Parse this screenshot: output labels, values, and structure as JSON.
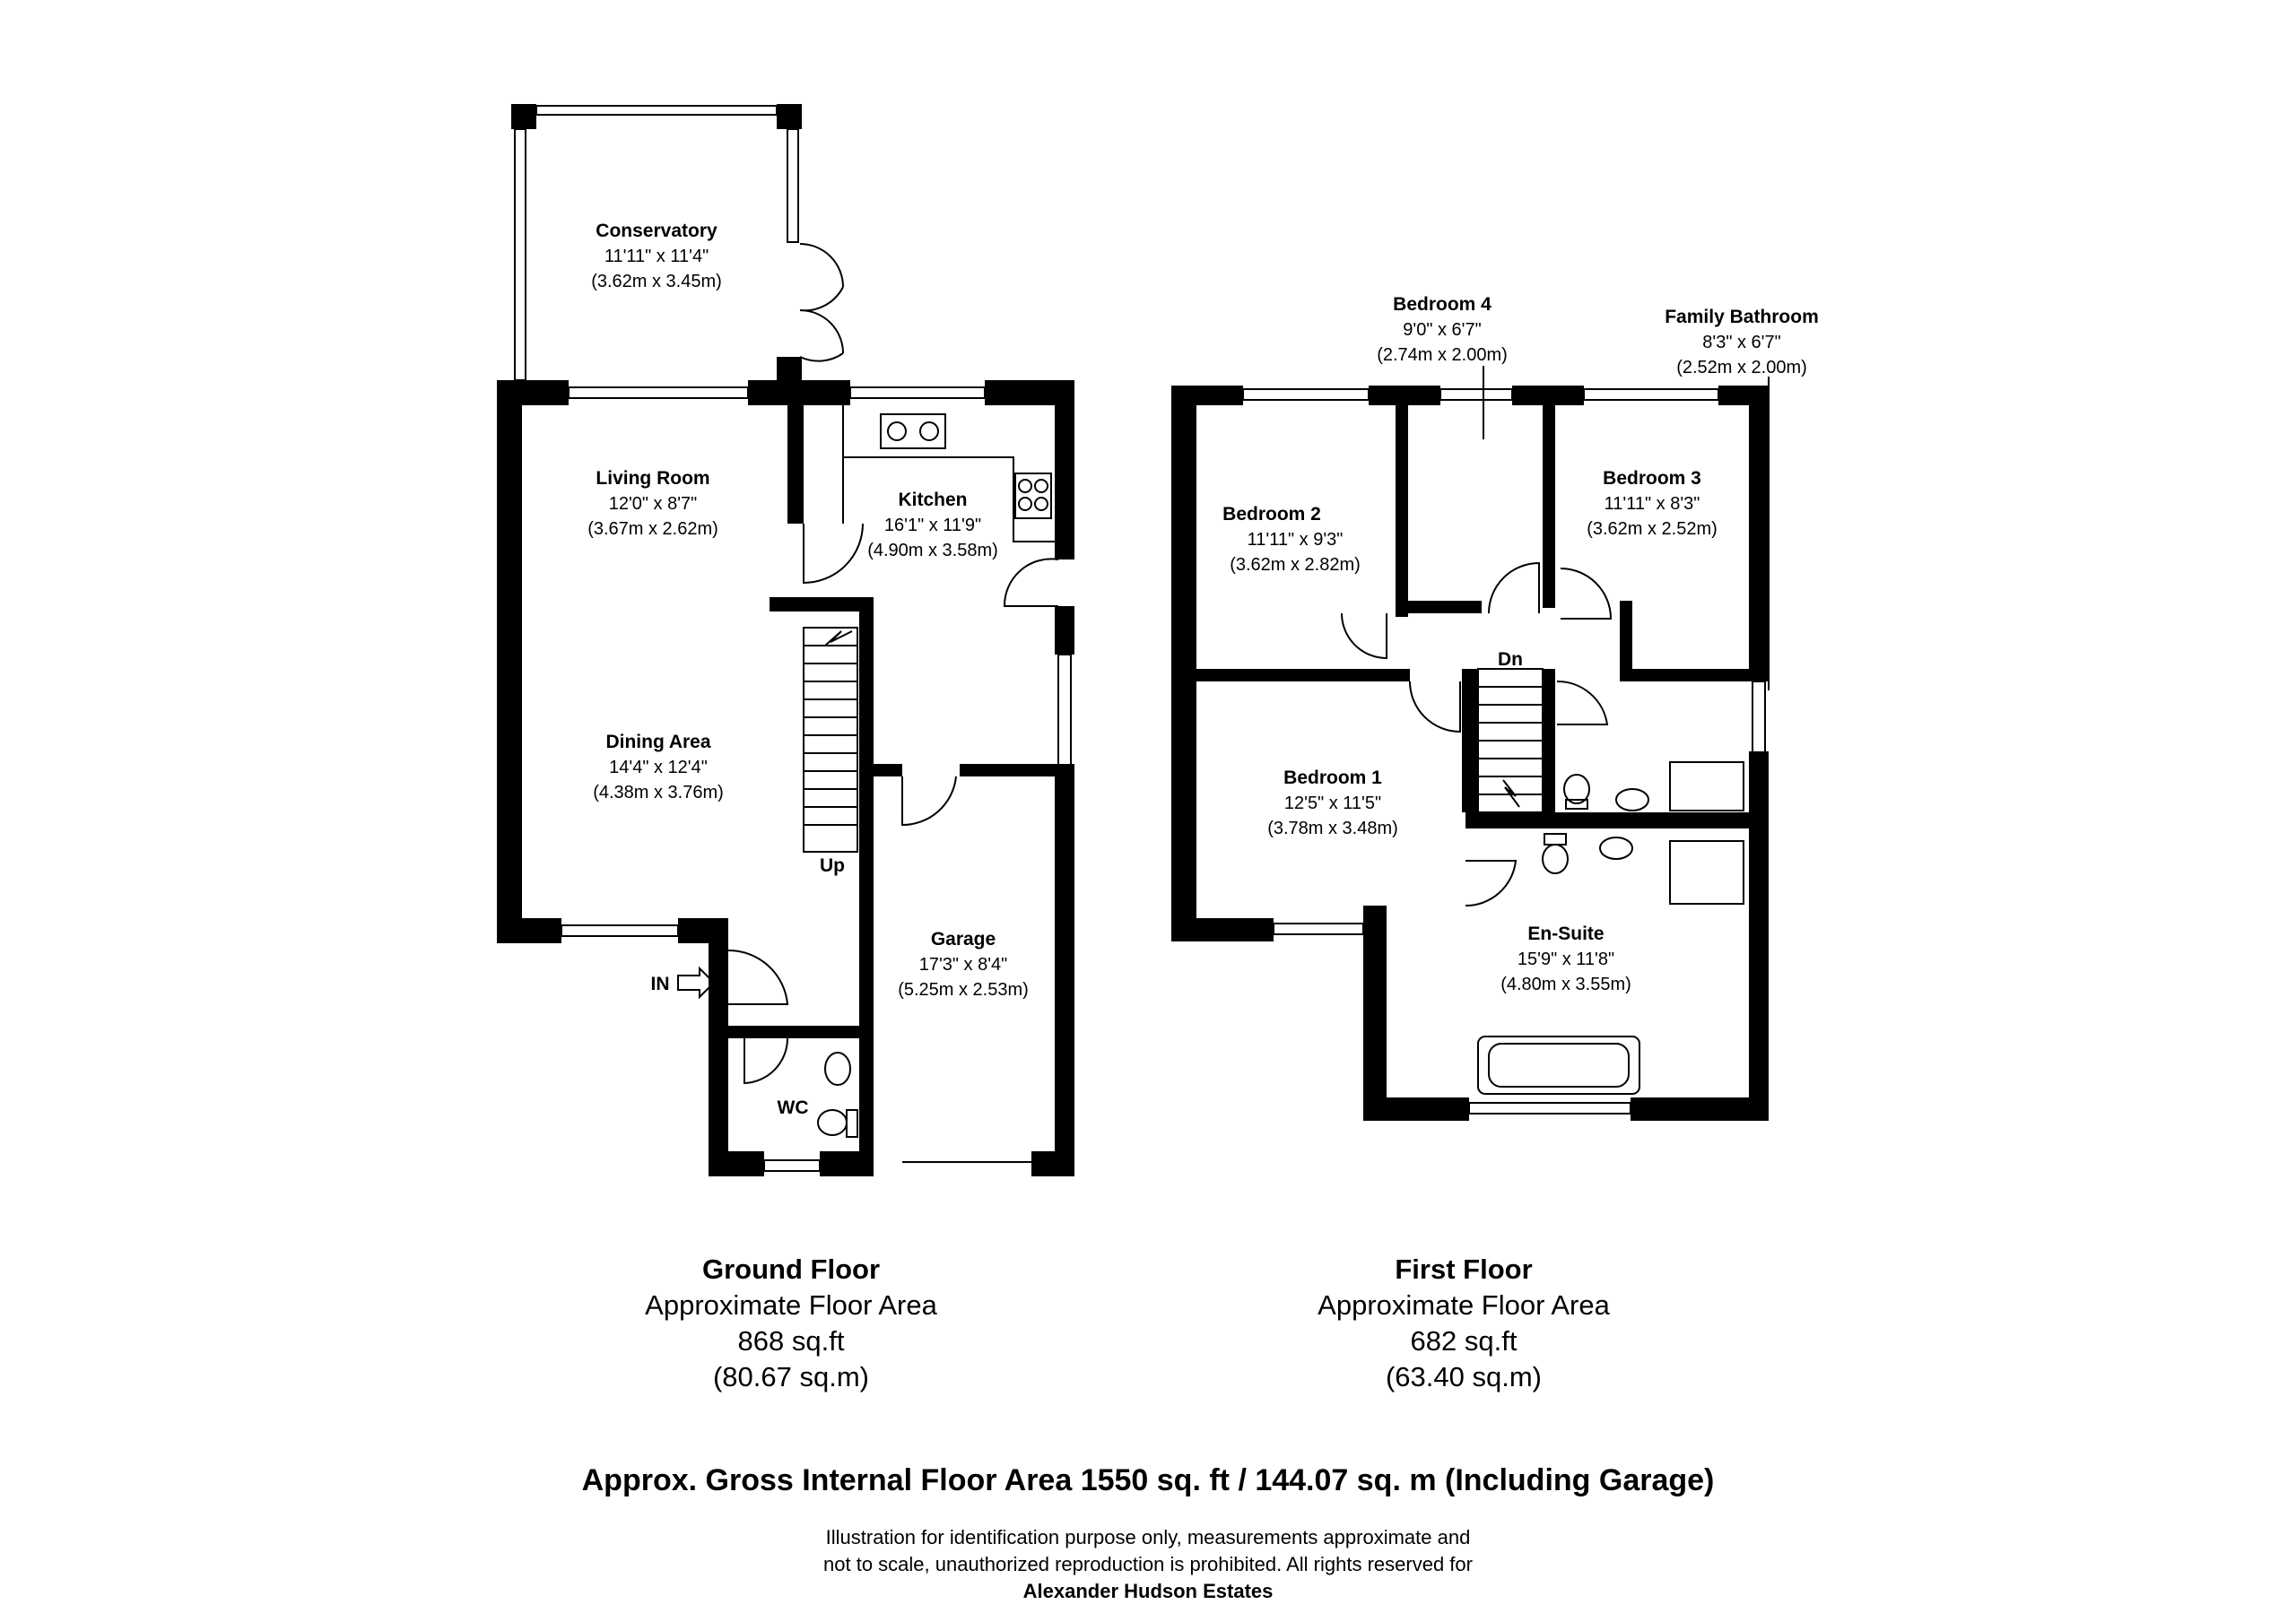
{
  "ground_floor": {
    "rooms": [
      {
        "id": "conservatory",
        "name": "Conservatory",
        "imperial": "11'11\" x 11'4\"",
        "metric": "(3.62m x 3.45m)"
      },
      {
        "id": "living",
        "name": "Living Room",
        "imperial": "12'0\" x 8'7\"",
        "metric": "(3.67m x 2.62m)"
      },
      {
        "id": "kitchen",
        "name": "Kitchen",
        "imperial": "16'1\" x 11'9\"",
        "metric": "(4.90m x 3.58m)"
      },
      {
        "id": "dining",
        "name": "Dining Area",
        "imperial": "14'4\" x 12'4\"",
        "metric": "(4.38m x 3.76m)"
      },
      {
        "id": "garage",
        "name": "Garage",
        "imperial": "17'3\" x 8'4\"",
        "metric": "(5.25m x 2.53m)"
      }
    ],
    "wc_label": "WC",
    "up_label": "Up",
    "entrance_label": "IN",
    "caption": {
      "title": "Ground Floor",
      "subtitle": "Approximate Floor Area",
      "sqft": "868 sq.ft",
      "sqm": "(80.67 sq.m)"
    }
  },
  "first_floor": {
    "rooms": [
      {
        "id": "bed4",
        "name": "Bedroom 4",
        "imperial": "9'0\" x 6'7\"",
        "metric": "(2.74m x 2.00m)"
      },
      {
        "id": "bath",
        "name": "Family Bathroom",
        "imperial": "8'3\" x 6'7\"",
        "metric": "(2.52m x 2.00m)"
      },
      {
        "id": "bed2",
        "name": "Bedroom 2",
        "imperial": "11'11\" x 9'3\"",
        "metric": "(3.62m x 2.82m)"
      },
      {
        "id": "bed3",
        "name": "Bedroom 3",
        "imperial": "11'11\" x 8'3\"",
        "metric": "(3.62m x 2.52m)"
      },
      {
        "id": "bed1",
        "name": "Bedroom 1",
        "imperial": "12'5\" x 11'5\"",
        "metric": "(3.78m x 3.48m)"
      },
      {
        "id": "ensuite",
        "name": "En-Suite",
        "imperial": "15'9\" x 11'8\"",
        "metric": "(4.80m x 3.55m)"
      }
    ],
    "down_label": "Dn",
    "caption": {
      "title": "First Floor",
      "subtitle": "Approximate Floor Area",
      "sqft": "682 sq.ft",
      "sqm": "(63.40 sq.m)"
    }
  },
  "gross_area": "Approx. Gross Internal Floor Area 1550 sq. ft / 144.07 sq. m (Including Garage)",
  "disclaimer": {
    "line1": "Illustration for identification purpose only, measurements approximate and",
    "line2": "not to scale, unauthorized reproduction is prohibited. All rights reserved for",
    "company": "Alexander Hudson Estates"
  }
}
